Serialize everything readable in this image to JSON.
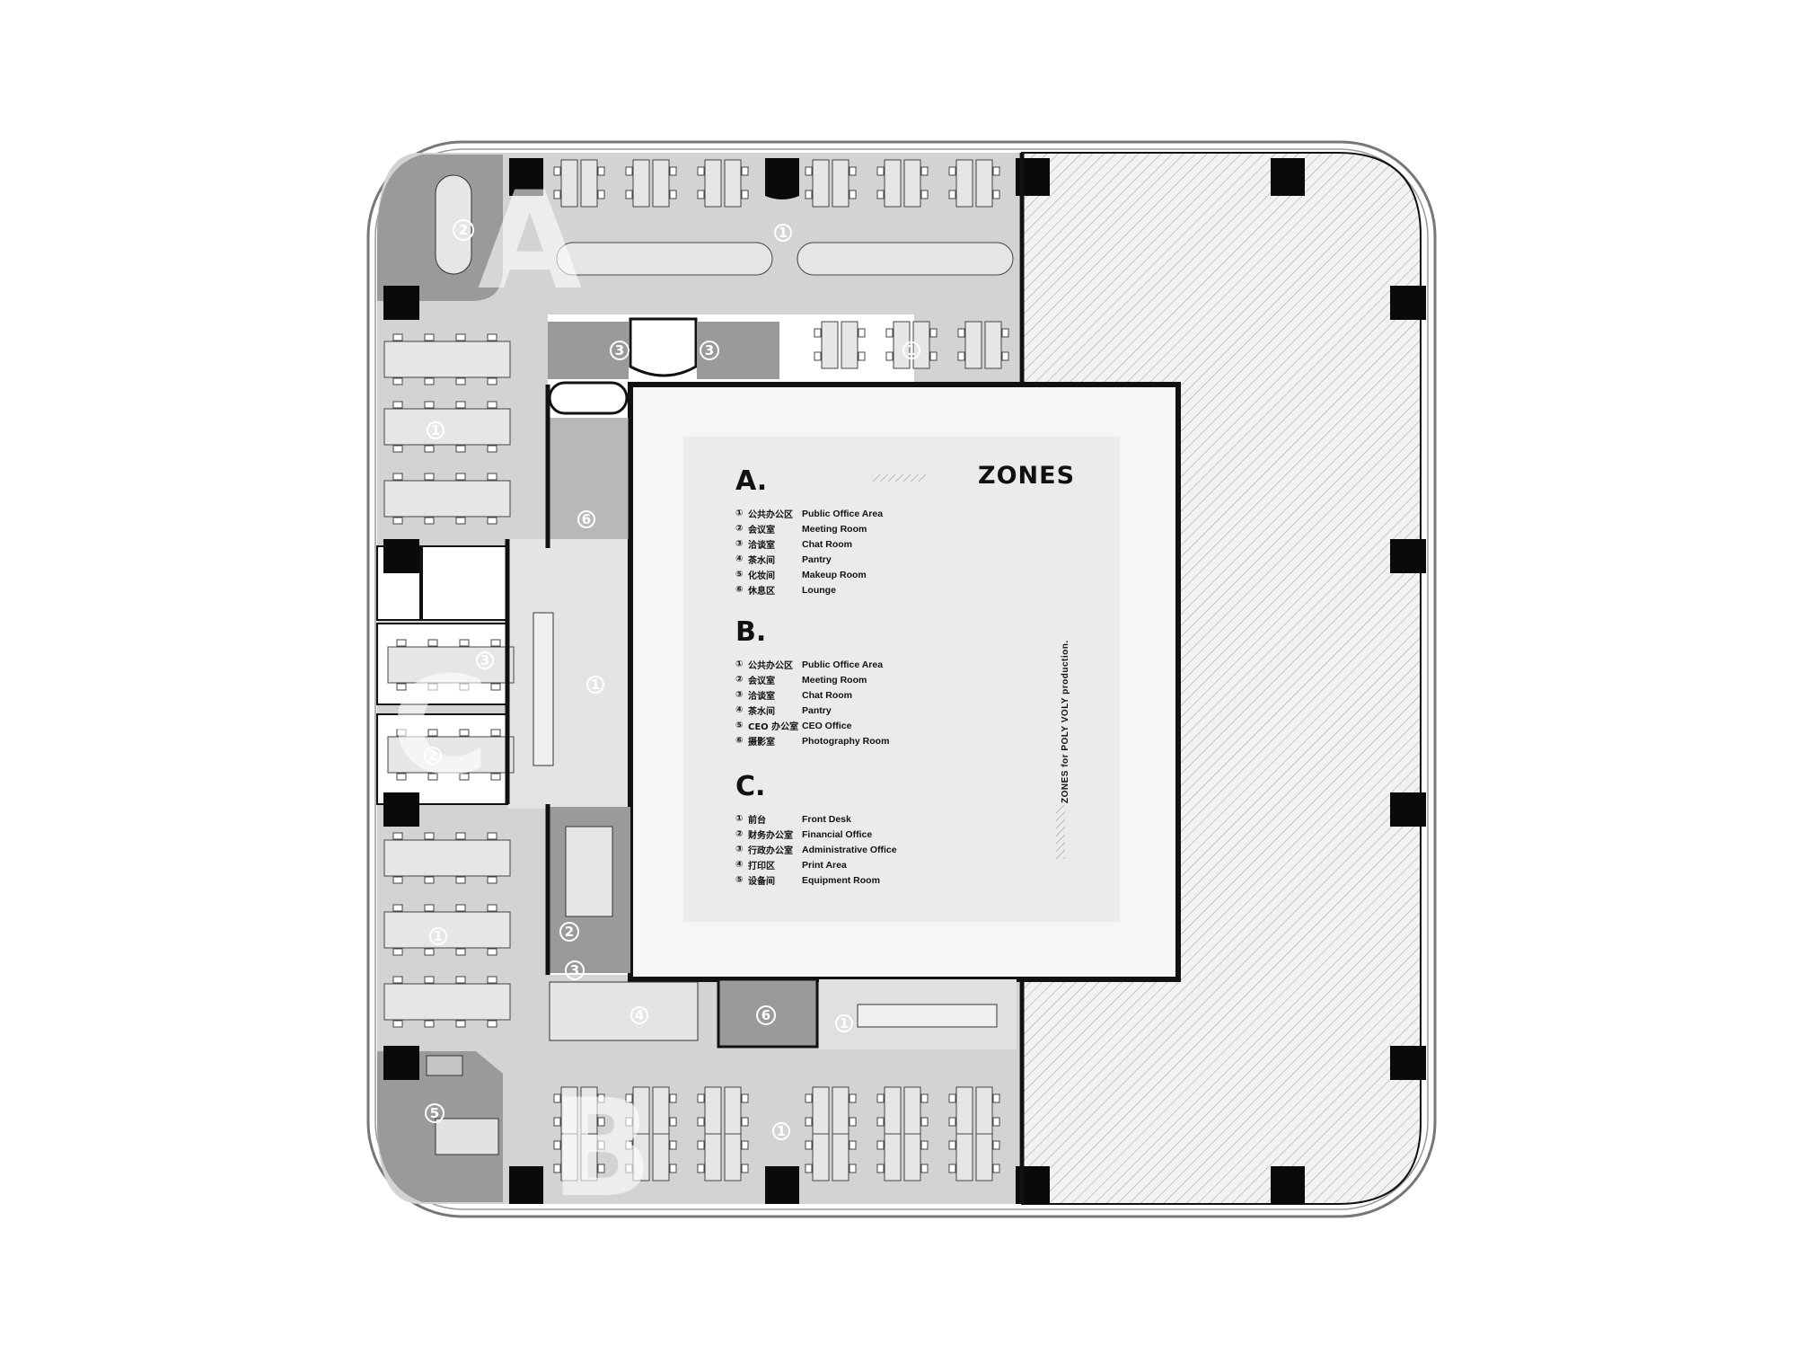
{
  "legend": {
    "title": "ZONES",
    "credit": "ZONES  for  POLY VOLY  production.",
    "sections": [
      {
        "letter": "A.",
        "items": [
          {
            "num": "①",
            "cn": "公共办公区",
            "en": "Public Office Area"
          },
          {
            "num": "②",
            "cn": "会议室",
            "en": "Meeting Room"
          },
          {
            "num": "③",
            "cn": "洽谈室",
            "en": "Chat Room"
          },
          {
            "num": "④",
            "cn": "茶水间",
            "en": "Pantry"
          },
          {
            "num": "⑤",
            "cn": "化妆间",
            "en": "Makeup Room"
          },
          {
            "num": "⑥",
            "cn": "休息区",
            "en": "Lounge"
          }
        ]
      },
      {
        "letter": "B.",
        "items": [
          {
            "num": "①",
            "cn": "公共办公区",
            "en": "Public Office Area"
          },
          {
            "num": "②",
            "cn": "会议室",
            "en": "Meeting Room"
          },
          {
            "num": "③",
            "cn": "洽谈室",
            "en": "Chat Room"
          },
          {
            "num": "④",
            "cn": "茶水间",
            "en": "Pantry"
          },
          {
            "num": "⑤",
            "cn": "CEO 办公室",
            "en": "CEO Office"
          },
          {
            "num": "⑥",
            "cn": "摄影室",
            "en": "Photography Room"
          }
        ]
      },
      {
        "letter": "C.",
        "items": [
          {
            "num": "①",
            "cn": "前台",
            "en": "Front Desk"
          },
          {
            "num": "②",
            "cn": "财务办公室",
            "en": "Financial Office"
          },
          {
            "num": "③",
            "cn": "行政办公室",
            "en": "Administrative Office"
          },
          {
            "num": "④",
            "cn": "打印区",
            "en": "Print Area"
          },
          {
            "num": "⑤",
            "cn": "设备间",
            "en": "Equipment Room"
          }
        ]
      }
    ]
  },
  "plan": {
    "zone_labels": [
      "A",
      "B",
      "C"
    ],
    "room_markers": [
      "1",
      "2",
      "3",
      "4",
      "5",
      "6"
    ],
    "colors": {
      "office_area": "#d3d3d3",
      "room_dark": "#9a9a9a",
      "room_mid": "#b8b8b8",
      "wall": "#111111",
      "hatch": "#9d9d9d",
      "core": "#f6f6f6"
    }
  }
}
